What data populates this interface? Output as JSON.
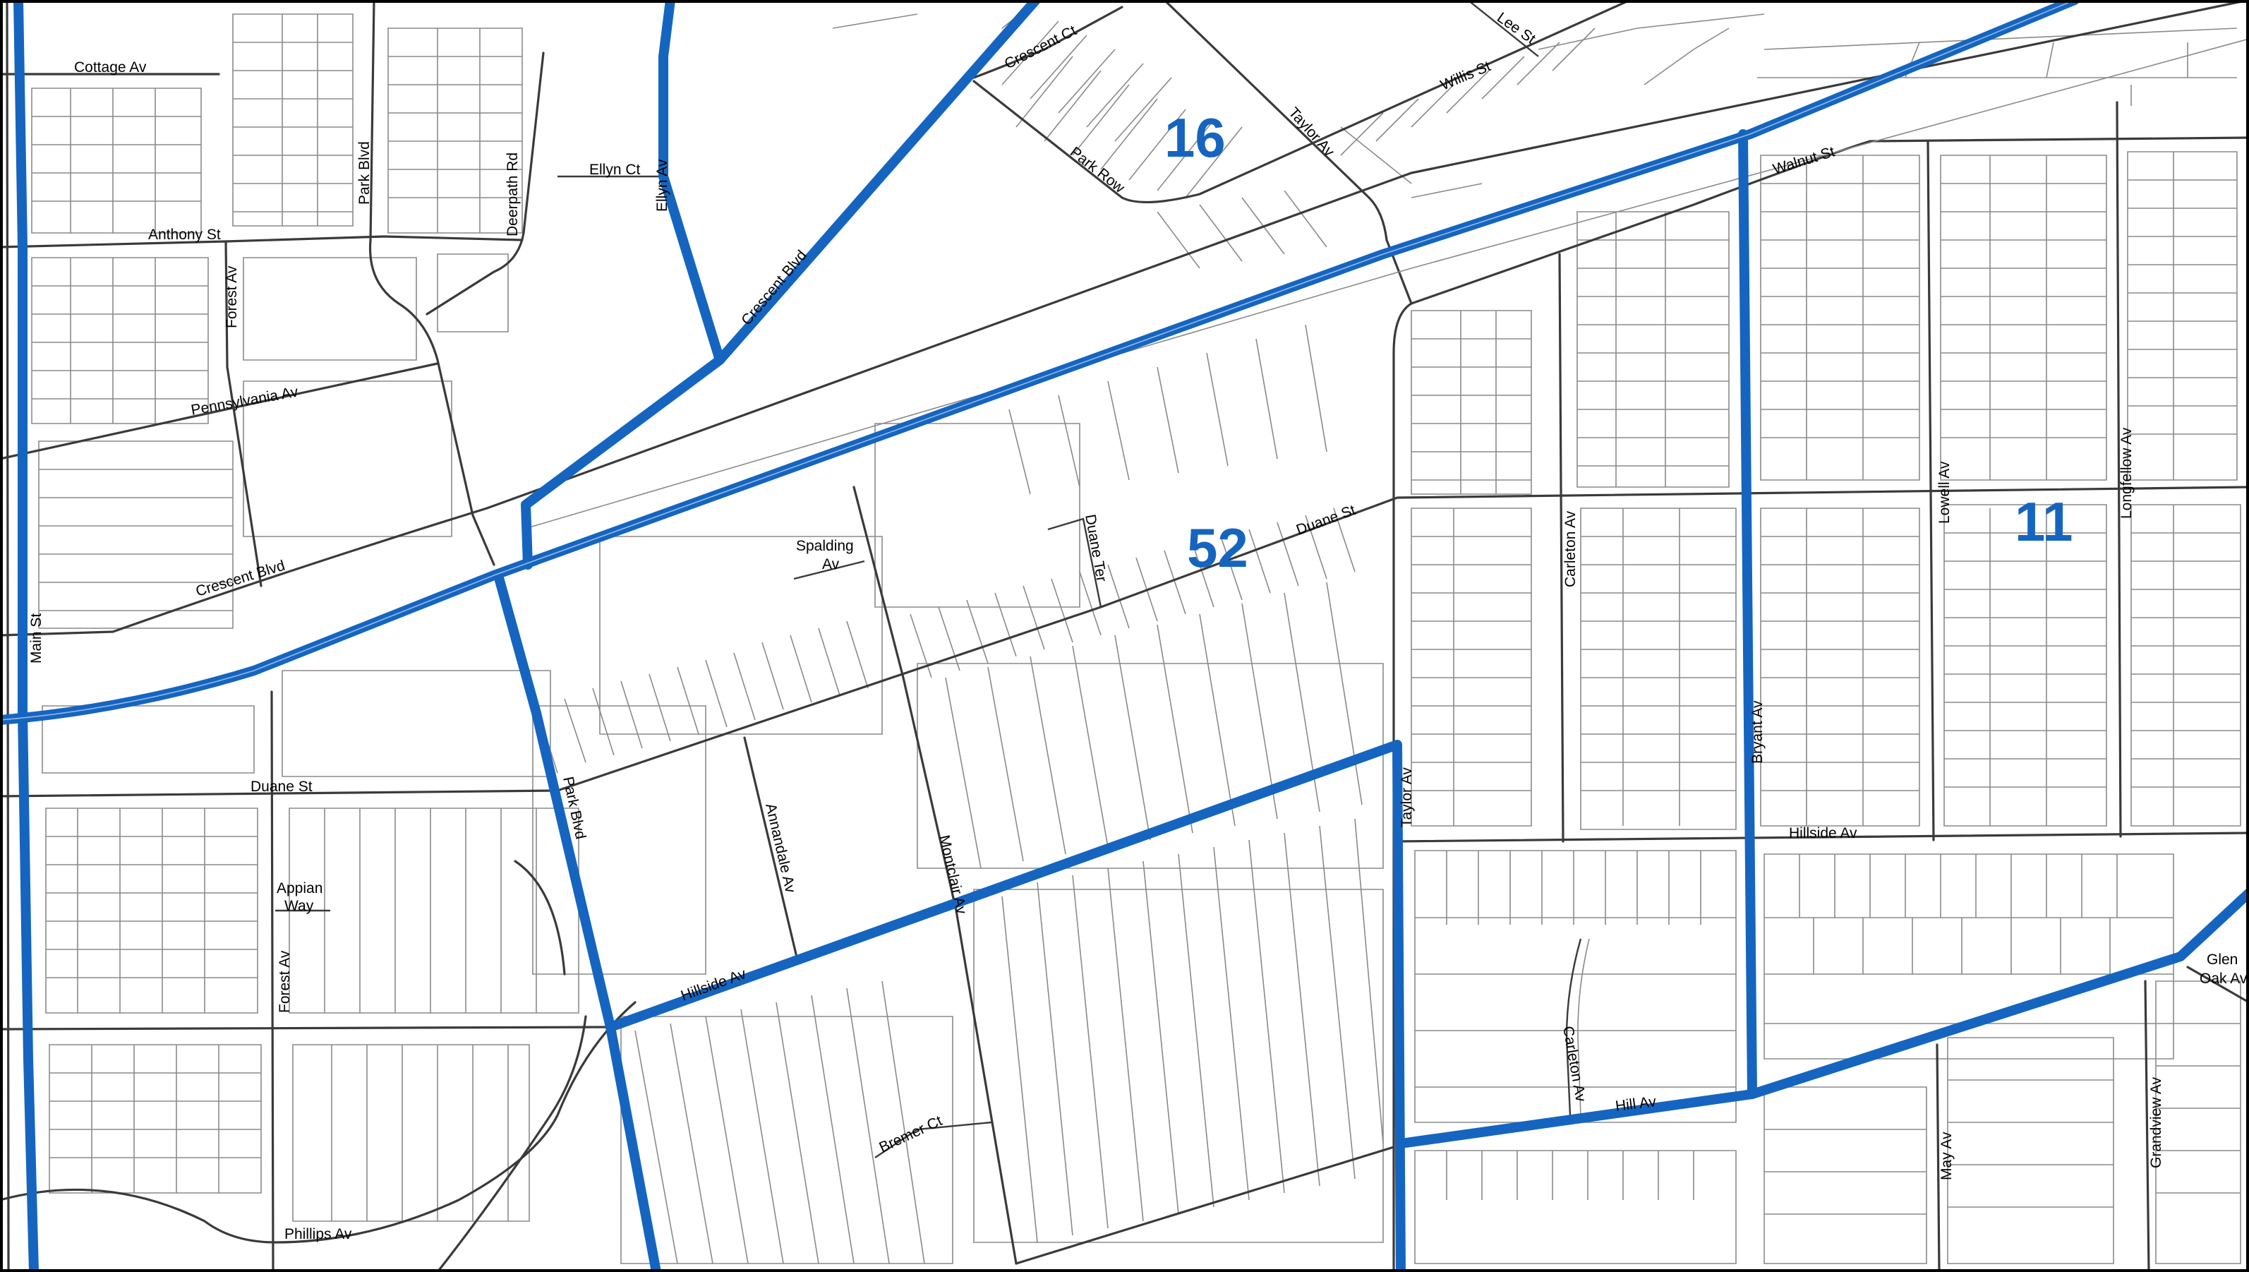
{
  "colors": {
    "ward_boundary": "#1565c0",
    "ward_label": "#1565c0",
    "street": "#3a3a3a",
    "parcel": "#8a8a8a"
  },
  "wards": {
    "w16": "16",
    "w52": "52",
    "w11": "11"
  },
  "streets": {
    "cottage": "Cottage Av",
    "anthony": "Anthony St",
    "park_blvd_n": "Park Blvd",
    "park_blvd_s": "Park Blvd",
    "deerpath": "Deerpath Rd",
    "ellyn_ct": "Ellyn Ct",
    "ellyn_av": "Ellyn Av",
    "crescent_ct": "Crescent Ct",
    "crescent_blvd_n": "Crescent Blvd",
    "crescent_blvd_w": "Crescent Blvd",
    "lee": "Lee St",
    "willis": "Willis St",
    "park_row": "Park Row",
    "taylor_n": "Taylor Av",
    "taylor_s": "Taylor Av",
    "walnut": "Walnut St",
    "forest_n": "Forest Av",
    "forest_s": "Forest Av",
    "pennsylvania": "Pennsylvania Av",
    "main": "Main St",
    "spalding_1": "Spalding",
    "spalding_2": "Av",
    "duane_ter": "Duane Ter",
    "duane_e": "Duane St",
    "duane_w": "Duane St",
    "carleton_n": "Carleton Av",
    "carleton_s": "Carleton Av",
    "lowell": "Lowell Av",
    "longfellow": "Longfellow Av",
    "bryant": "Bryant Av",
    "hillside_e": "Hillside Av",
    "hillside_w": "Hillside Av",
    "annandale": "Annandale Av",
    "montclair": "Montclair Av",
    "appian_1": "Appian",
    "appian_2": "Way",
    "glen_1": "Glen",
    "glen_2": "Oak Av",
    "hill": "Hill Av",
    "bremer": "Bremer Ct",
    "may": "May Av",
    "grandview": "Grandview Av",
    "phillips": "Phillips Av"
  }
}
